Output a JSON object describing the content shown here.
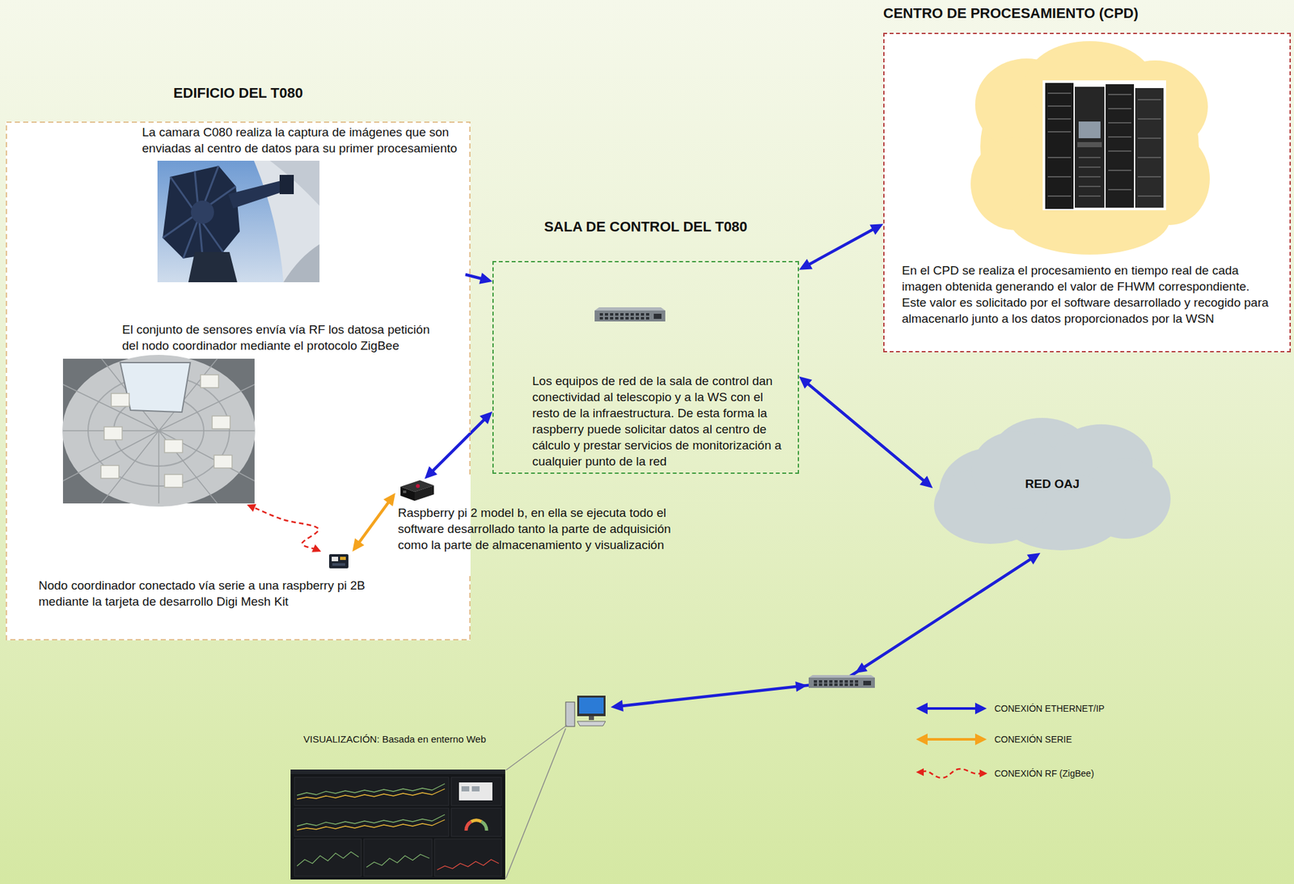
{
  "diagram": {
    "nodes": [
      {
        "text": [
          "EDIFICIO DEL T080"
        ]
      },
      {
        "text": [
          "La camara C080 realiza la captura de imágenes que son enviadas al centro de datos para su primer procesamiento"
        ],
        "in": 0
      },
      {
        "text": [
          "El conjunto de sensores envía vía RF los datosa petición del nodo coordinador mediante el protocolo ZigBee"
        ],
        "in": 0
      },
      {
        "text": [
          "Raspberry pi 2 model b, en ella se ejecuta todo el software desarrollado tanto la parte de adquisición como la parte de almacenamiento y visualización"
        ]
      },
      {
        "text": [
          "Nodo coordinador conectado vía serie a una raspberry pi 2B mediante la tarjeta de desarrollo Digi Mesh Kit"
        ],
        "in": 0
      },
      {
        "text": [
          "SALA DE CONTROL DEL T080",
          "Los equipos de red de la sala de control dan conectividad al telescopio y a la WS con el resto de la infraestructura. De esta forma la raspberry puede solicitar datos al centro de cálculo y prestar servicios de monitorización a cualquier punto de la red"
        ]
      },
      {
        "text": [
          "CENTRO DE PROCESAMIENTO (CPD)",
          "En el CPD se realiza el procesamiento en tiempo real de cada imagen obtenida generando el valor de FHWM correspondiente. Este valor es solicitado por el software desarrollado y recogido para almacenarlo junto a los datos proporcionados por la WSN"
        ]
      },
      {
        "text": [
          "RED OAJ"
        ]
      },
      {
        "text": [
          "VISUALIZACIÓN: Basada en enterno Web"
        ]
      }
    ],
    "edges": [
      {
        "from": 1,
        "to": 5,
        "arrow": "to"
      },
      {
        "from": 5,
        "to": 6,
        "arrow": "both"
      },
      {
        "from": 5,
        "to": 3,
        "arrow": "both"
      },
      {
        "from": 5,
        "to": 7,
        "arrow": "both"
      },
      {
        "from": 4,
        "to": 3,
        "arrow": "both"
      },
      {
        "from": 4,
        "to": 2,
        "arrow": "both"
      },
      {
        "from": 7,
        "to": 8,
        "arrow": "both"
      }
    ],
    "legend": [
      {
        "text": "CONEXIÓN ETHERNET/IP"
      },
      {
        "text": "CONEXIÓN SERIE"
      },
      {
        "text": "CONEXIÓN RF (ZigBee)"
      }
    ]
  }
}
